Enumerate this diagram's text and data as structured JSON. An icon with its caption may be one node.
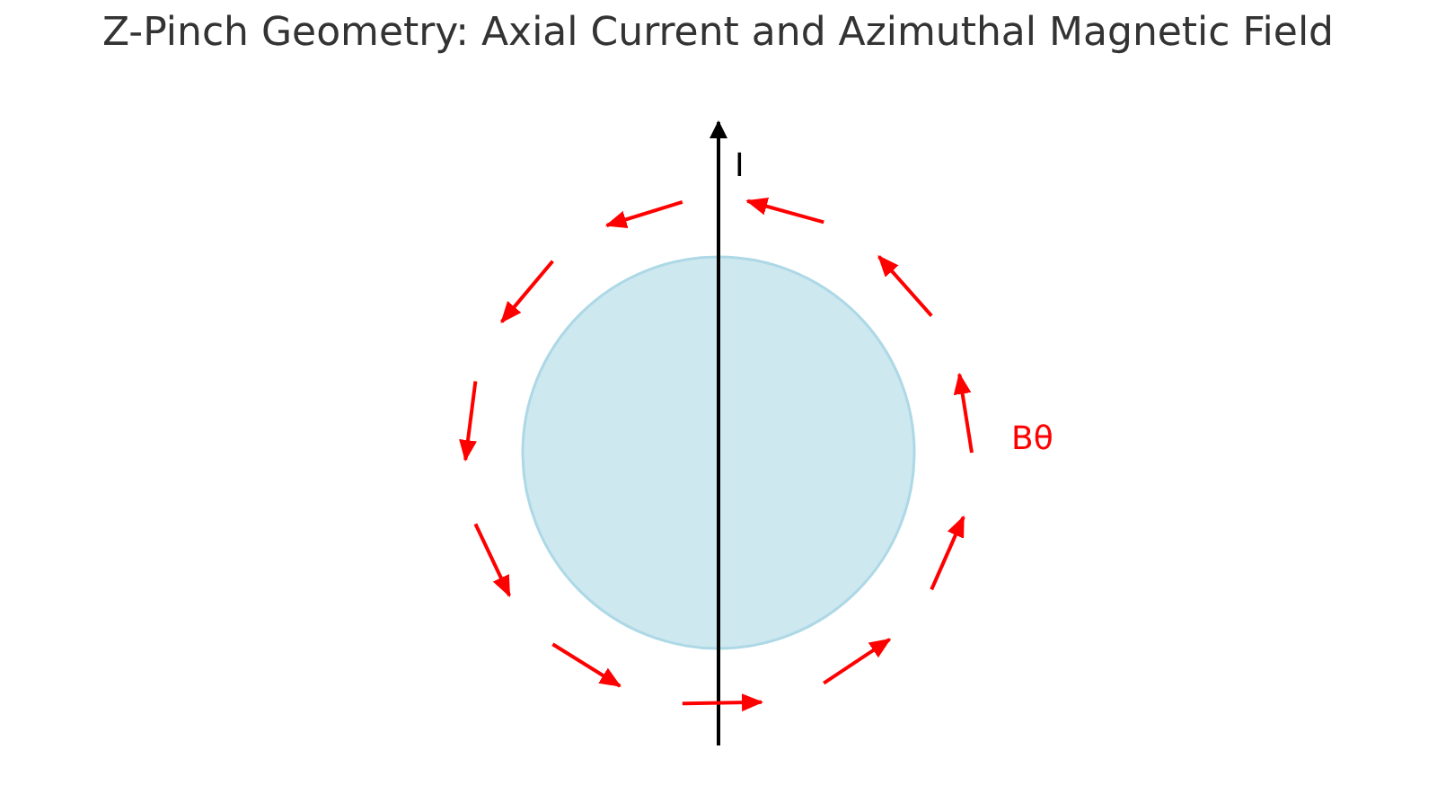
{
  "diagram": {
    "title": "Z-Pinch Geometry: Axial Current and Azimuthal Magnetic Field",
    "nodes": [
      {
        "text": [],
        "shape": "circle"
      }
    ],
    "labels": [
      "I",
      "Bθ"
    ]
  }
}
